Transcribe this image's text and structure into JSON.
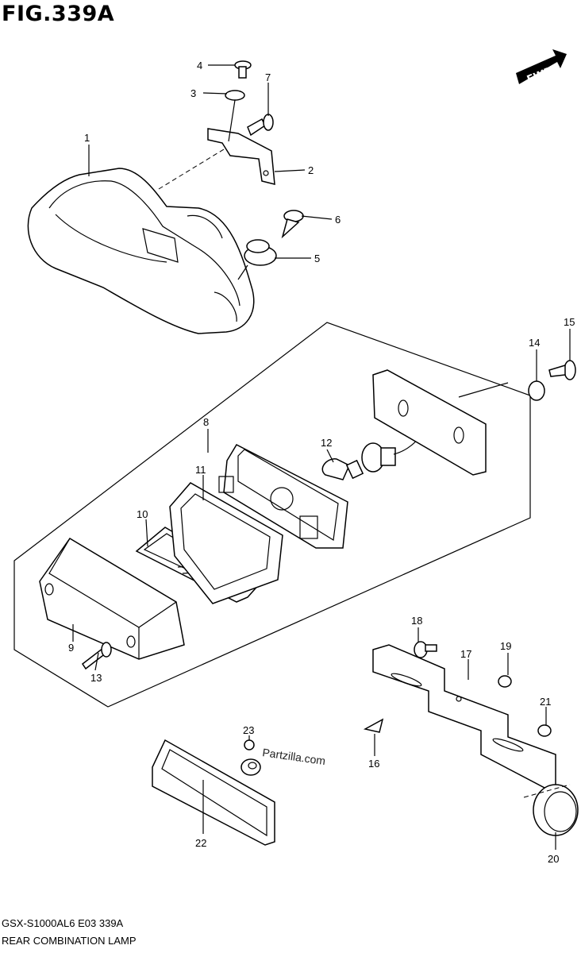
{
  "figure": {
    "title": "FIG.339A",
    "fwd_label": "FWD"
  },
  "watermark": "Partzilla.com",
  "footer": {
    "model_code": "GSX-S1000AL6  E03  339A",
    "caption": "REAR COMBINATION LAMP"
  },
  "callouts": [
    {
      "id": "1",
      "text": "1"
    },
    {
      "id": "2",
      "text": "2"
    },
    {
      "id": "3",
      "text": "3"
    },
    {
      "id": "4",
      "text": "4"
    },
    {
      "id": "5",
      "text": "5"
    },
    {
      "id": "6",
      "text": "6"
    },
    {
      "id": "7",
      "text": "7"
    },
    {
      "id": "8",
      "text": "8"
    },
    {
      "id": "9",
      "text": "9"
    },
    {
      "id": "10",
      "text": "10"
    },
    {
      "id": "11",
      "text": "11"
    },
    {
      "id": "12",
      "text": "12"
    },
    {
      "id": "13",
      "text": "13"
    },
    {
      "id": "14",
      "text": "14"
    },
    {
      "id": "15",
      "text": "15"
    },
    {
      "id": "16",
      "text": "16"
    },
    {
      "id": "17",
      "text": "17"
    },
    {
      "id": "18",
      "text": "18"
    },
    {
      "id": "19",
      "text": "19"
    },
    {
      "id": "20",
      "text": "20"
    },
    {
      "id": "21",
      "text": "21"
    },
    {
      "id": "22",
      "text": "22"
    },
    {
      "id": "23",
      "text": "23"
    }
  ]
}
